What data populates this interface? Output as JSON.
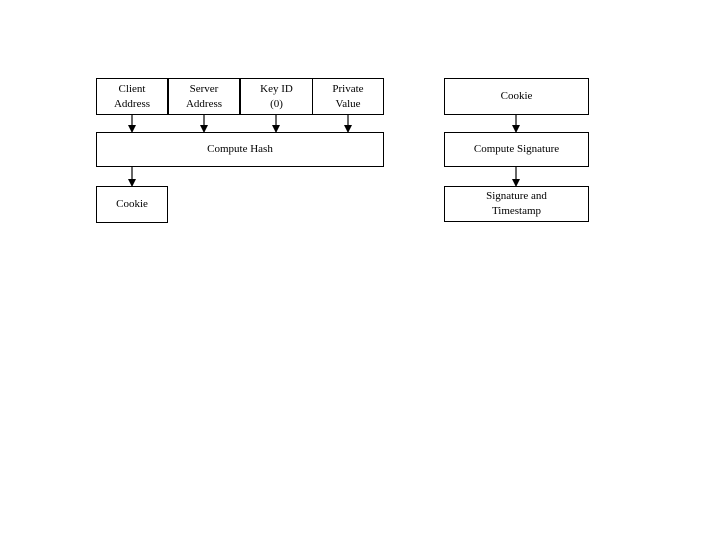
{
  "left_flow": {
    "inputs": [
      {
        "label": "Client\nAddress"
      },
      {
        "label": "Server\nAddress"
      },
      {
        "label": "Key ID\n(0)"
      },
      {
        "label": "Private\nValue"
      }
    ],
    "hash_label": "Compute Hash",
    "output_label": "Cookie"
  },
  "right_flow": {
    "input_label": "Cookie",
    "signature_label": "Compute Signature",
    "output_label": "Signature and\nTimestamp"
  },
  "colors": {
    "stroke": "#000000",
    "fill": "#ffffff"
  }
}
